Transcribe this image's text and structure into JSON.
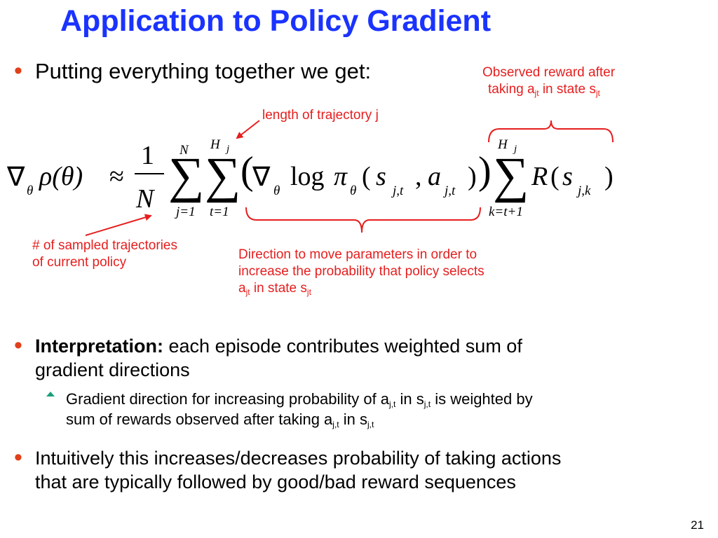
{
  "slide": {
    "title": "Application to Policy Gradient",
    "bullet1": "Putting everything together we get:",
    "annotations": {
      "observed_reward_line1": "Observed reward after",
      "observed_reward_line2_pre": "taking a",
      "observed_reward_line2_sub1": "jt",
      "observed_reward_line2_mid": " in state s",
      "observed_reward_line2_sub2": "jt",
      "trajectory_length": "length of trajectory j",
      "num_trajectories_line1": "# of sampled trajectories",
      "num_trajectories_line2": "of current policy",
      "direction_line1": "Direction to move parameters in order to",
      "direction_line2": "increase the probability that policy selects",
      "direction_line3_pre": "a",
      "direction_line3_sub1": "jt",
      "direction_line3_mid": " in state s",
      "direction_line3_sub2": "jt"
    },
    "formula": {
      "lhs_nabla": "∇",
      "lhs_theta_sub": "θ",
      "lhs_rho": "ρ(θ)",
      "approx": "≈",
      "frac_num": "1",
      "frac_den": "N",
      "sum1_top": "N",
      "sum1_bottom": "j=1",
      "sum2_top_h": "H",
      "sum2_top_j": "j",
      "sum2_bottom": "t=1",
      "grad_nabla": "∇",
      "grad_theta": "θ",
      "log": "log",
      "pi": "π",
      "pi_theta": "θ",
      "s": "s",
      "sub_jt": "j,t",
      "a": "a",
      "sum3_top_h": "H",
      "sum3_top_j": "j",
      "sum3_bottom": "k=t+1",
      "R": "R",
      "sub_jk": "j,k",
      "sigma": "∑",
      "lparen": "(",
      "rparen": ")",
      "comma": ","
    },
    "interpretation_bold": "Interpretation:",
    "interpretation_rest": " each episode contributes weighted sum of",
    "interpretation_line2": "gradient directions",
    "sub_bullet_pre": "Gradient direction for increasing probability of a",
    "sub_bullet_sub1": "j,t",
    "sub_bullet_mid1": " in s",
    "sub_bullet_sub2": "j,t",
    "sub_bullet_post": " is weighted by",
    "sub_bullet_line2_pre": "sum of rewards observed after taking a",
    "sub_bullet_line2_sub1": "j,t",
    "sub_bullet_line2_mid": " in s",
    "sub_bullet_line2_sub2": "j,t",
    "bullet3_line1": "Intuitively this increases/decreases probability of taking actions",
    "bullet3_line2": "that are typically followed by good/bad reward sequences",
    "page_number": "21"
  },
  "colors": {
    "title": "#1a33ff",
    "annotation": "#e61e1e",
    "bullet": "#e0401a"
  },
  "icons": {
    "bullet": "bullet-dot-icon",
    "sub_bullet": "triangle-bullet-icon",
    "arrow": "arrow-icon",
    "brace": "brace-icon"
  }
}
